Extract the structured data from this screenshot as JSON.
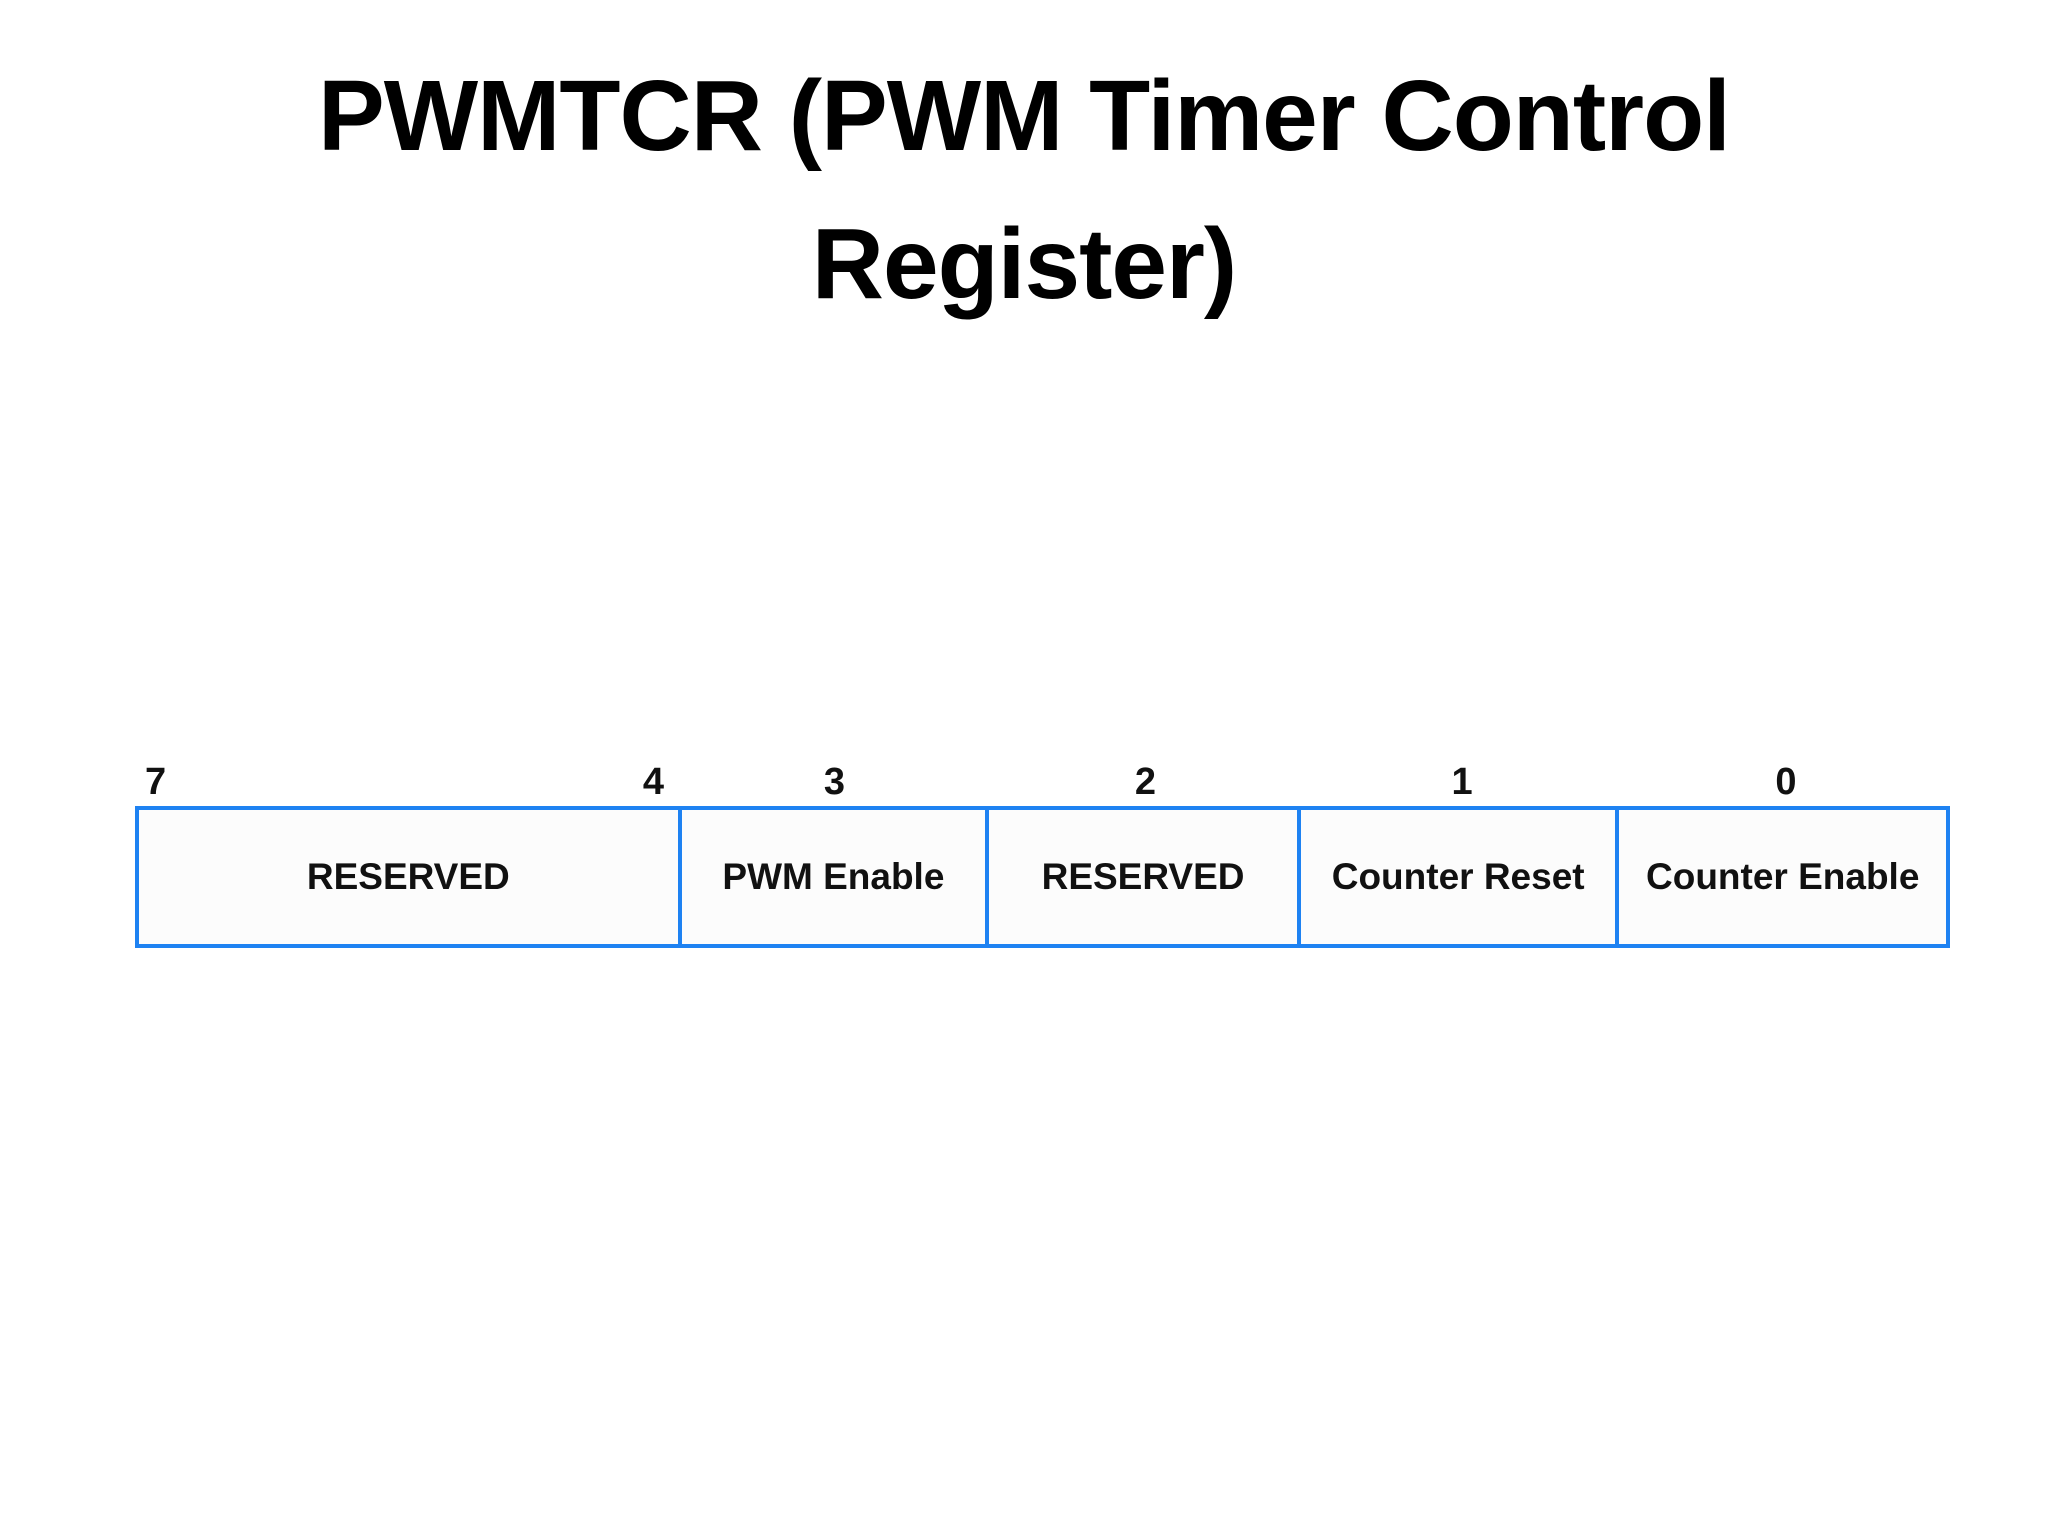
{
  "slide": {
    "title_line1": "PWMTCR (PWM Timer Control",
    "title_line2": "Register)"
  },
  "register": {
    "fields": [
      {
        "label": "RESERVED",
        "bits": [
          "7",
          "4"
        ]
      },
      {
        "label": "PWM Enable",
        "bits": [
          "3"
        ]
      },
      {
        "label": "RESERVED",
        "bits": [
          "2"
        ]
      },
      {
        "label": "Counter Reset",
        "bits": [
          "1"
        ]
      },
      {
        "label": "Counter Enable",
        "bits": [
          "0"
        ]
      }
    ],
    "colors": {
      "border": "#1e82f2",
      "cell_bg": "#fcfcfc",
      "text": "#111111"
    }
  }
}
